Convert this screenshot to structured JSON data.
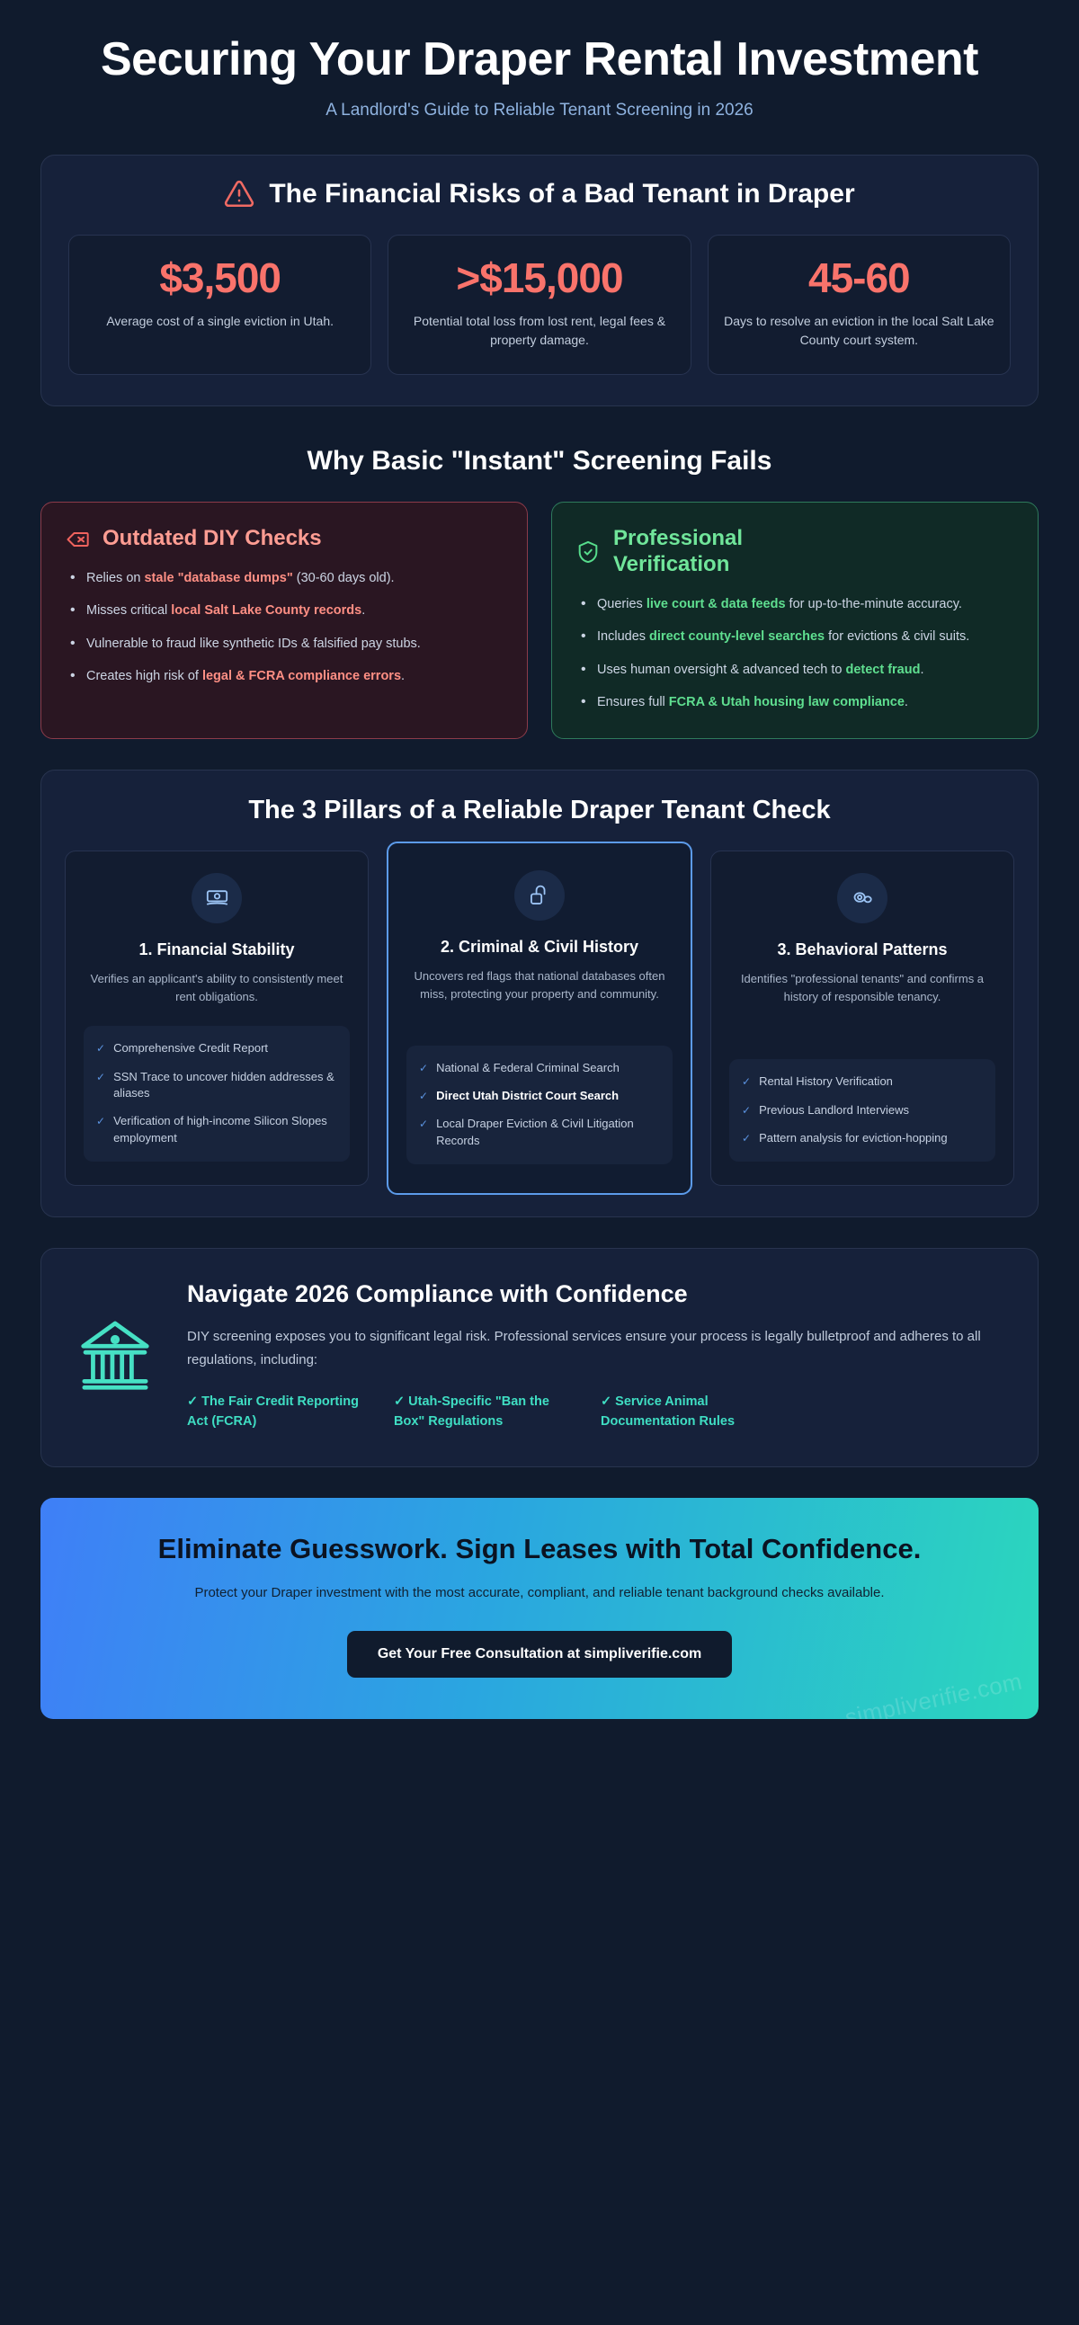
{
  "hero": {
    "title": "Securing Your Draper Rental Investment",
    "subtitle": "A Landlord's Guide to Reliable Tenant Screening in 2026"
  },
  "risk": {
    "heading": "The Financial Risks of a Bad Tenant in Draper",
    "icon": "warning-triangle-icon",
    "stats": [
      {
        "value": "$3,500",
        "label": "Average cost of a single eviction in Utah."
      },
      {
        "value": ">$15,000",
        "label": "Potential total loss from lost rent, legal fees & property damage."
      },
      {
        "value": "45-60",
        "label": "Days to resolve an eviction in the local Salt Lake County court system."
      }
    ],
    "accent_color": "#f9736b"
  },
  "compare": {
    "section_title": "Why Basic \"Instant\" Screening Fails",
    "con": {
      "title": "Outdated DIY Checks",
      "icon": "tag-alert-icon",
      "accent_color": "#ff9d93",
      "items": [
        {
          "pre": "Relies on ",
          "bold": "stale \"database dumps\"",
          "post": " (30-60 days old)."
        },
        {
          "pre": "Misses critical ",
          "bold": "local Salt Lake County records",
          "post": "."
        },
        {
          "pre": "Vulnerable to fraud like synthetic IDs & falsified pay stubs.",
          "bold": "",
          "post": ""
        },
        {
          "pre": "Creates high risk of ",
          "bold": "legal & FCRA compliance errors",
          "post": "."
        }
      ]
    },
    "pro": {
      "title": "Professional Verification",
      "icon": "shield-check-icon",
      "accent_color": "#70e59a",
      "items": [
        {
          "pre": "Queries ",
          "bold": "live court & data feeds",
          "post": " for up-to-the-minute accuracy."
        },
        {
          "pre": "Includes ",
          "bold": "direct county-level searches",
          "post": " for evictions & civil suits."
        },
        {
          "pre": "Uses human oversight & advanced tech to ",
          "bold": "detect fraud",
          "post": "."
        },
        {
          "pre": "Ensures full ",
          "bold": "FCRA & Utah housing law compliance",
          "post": "."
        }
      ]
    }
  },
  "pillars": {
    "heading": "The 3 Pillars of a Reliable Draper Tenant Check",
    "items": [
      {
        "icon": "banknote-icon",
        "title": "1. Financial Stability",
        "desc": "Verifies an applicant's ability to consistently meet rent obligations.",
        "checks": [
          {
            "text": "Comprehensive Credit Report",
            "bold": false
          },
          {
            "text": "SSN Trace to uncover hidden addresses & aliases",
            "bold": false
          },
          {
            "text": "Verification of high-income Silicon Slopes employment",
            "bold": false
          }
        ],
        "featured": false
      },
      {
        "icon": "unlock-icon",
        "title": "2. Criminal & Civil History",
        "desc": "Uncovers red flags that national databases often miss, protecting your property and community.",
        "checks": [
          {
            "text": "National & Federal Criminal Search",
            "bold": false
          },
          {
            "text": "Direct Utah District Court Search",
            "bold": true
          },
          {
            "text": "Local Draper Eviction & Civil Litigation Records",
            "bold": false
          }
        ],
        "featured": true
      },
      {
        "icon": "footprints-pattern-icon",
        "title": "3. Behavioral Patterns",
        "desc": "Identifies \"professional tenants\" and confirms a history of responsible tenancy.",
        "checks": [
          {
            "text": "Rental History Verification",
            "bold": false
          },
          {
            "text": "Previous Landlord Interviews",
            "bold": false
          },
          {
            "text": "Pattern analysis for eviction-hopping",
            "bold": false
          }
        ],
        "featured": false
      }
    ],
    "check_mark": "✓",
    "accent_color": "#5c9bea"
  },
  "compliance": {
    "icon": "bank-building-icon",
    "heading": "Navigate 2026 Compliance with Confidence",
    "body": "DIY screening exposes you to significant legal risk. Professional services ensure your process is legally bulletproof and adheres to all regulations, including:",
    "regulations": [
      "✓ The Fair Credit Reporting Act (FCRA)",
      "✓ Utah-Specific \"Ban the Box\" Regulations",
      "✓ Service Animal Documentation Rules"
    ],
    "accent_color": "#3fdec3"
  },
  "cta": {
    "heading": "Eliminate Guesswork. Sign Leases with Total Confidence.",
    "body": "Protect your Draper investment with the most accurate, compliant, and reliable tenant background checks available.",
    "button_label": "Get Your Free Consultation at simpliverifie.com",
    "watermark": "simpliverifie.com",
    "gradient_start": "#3f7ff7",
    "gradient_end": "#2bd7bd"
  }
}
